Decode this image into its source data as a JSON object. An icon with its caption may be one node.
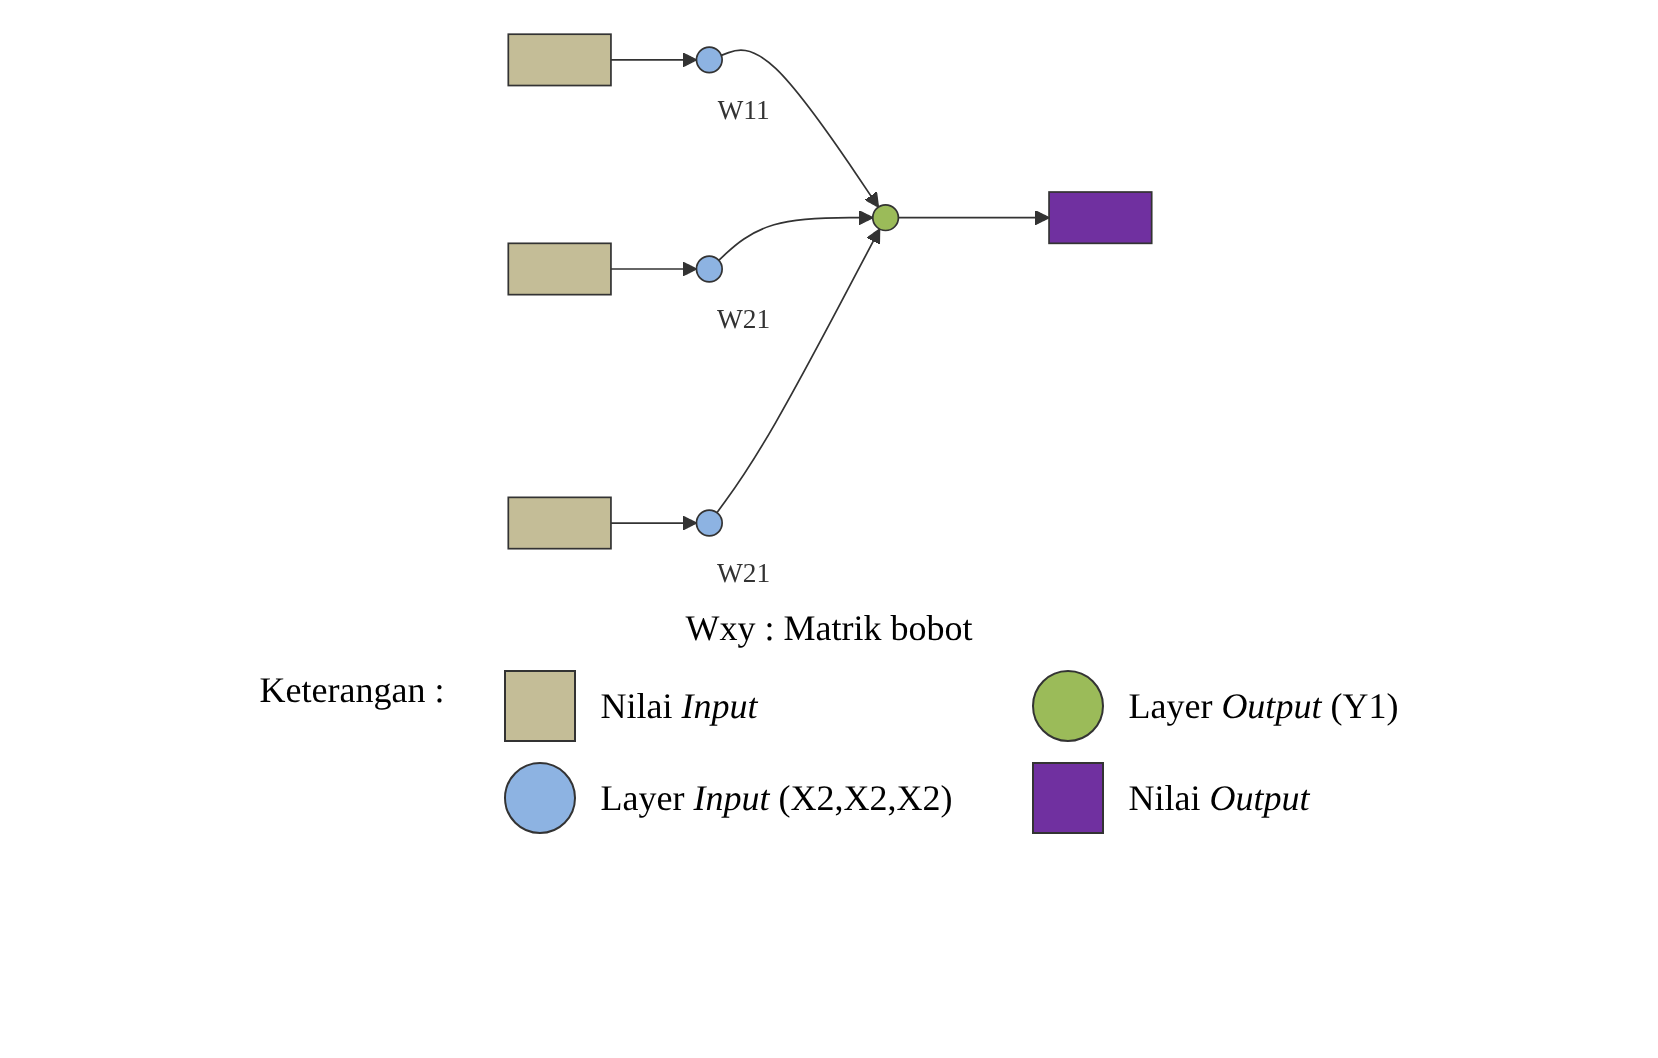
{
  "diagram": {
    "nodes": [
      {
        "text": [],
        "shape": "box"
      },
      {
        "text": [],
        "shape": "circle",
        "beside": [
          "W11"
        ]
      },
      {
        "text": [],
        "shape": "box"
      },
      {
        "text": [],
        "shape": "circle",
        "beside": [
          "W21"
        ]
      },
      {
        "text": [],
        "shape": "box"
      },
      {
        "text": [],
        "shape": "circle",
        "beside": [
          "W21"
        ]
      },
      {
        "text": [],
        "shape": "circle"
      },
      {
        "text": [],
        "shape": "box"
      }
    ],
    "edges": [
      {
        "from": 0,
        "to": 1,
        "arrow": "to"
      },
      {
        "from": 2,
        "to": 3,
        "arrow": "to"
      },
      {
        "from": 4,
        "to": 5,
        "arrow": "to"
      },
      {
        "from": 1,
        "to": 6,
        "arrow": "to"
      },
      {
        "from": 3,
        "to": 6,
        "arrow": "to"
      },
      {
        "from": 5,
        "to": 6,
        "arrow": "to"
      },
      {
        "from": 6,
        "to": 7,
        "arrow": "to"
      }
    ],
    "labels": [
      "Wxy : Matrik bobot",
      "Keterangan :"
    ],
    "legend": [
      {
        "text": "Nilai *Input*",
        "color": "#c4bd97"
      },
      {
        "text": "Layer *Output* (Y1)",
        "color": "#9bbb59"
      },
      {
        "text": "Layer *Input* (X2,X2,X2)",
        "color": "#8db3e2"
      },
      {
        "text": "Nilai *Output*",
        "color": "#7030a0"
      }
    ]
  }
}
